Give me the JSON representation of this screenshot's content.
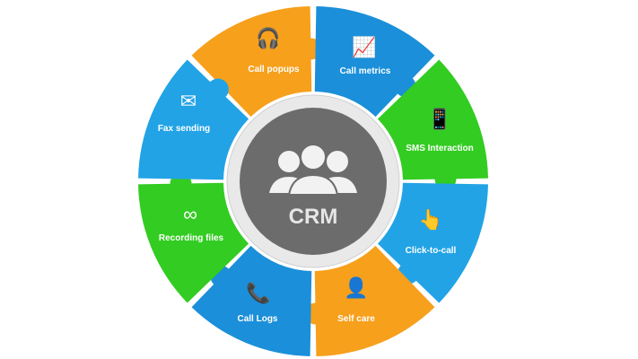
{
  "center": {
    "title": "CRM",
    "icon": "people-group-icon"
  },
  "segments": [
    {
      "label": "Call popups",
      "icon": "headset-chat-icon",
      "color": "#f7a01c"
    },
    {
      "label": "Call metrics",
      "icon": "growth-chart-icon",
      "color": "#1b8fd9"
    },
    {
      "label": "SMS Interaction",
      "icon": "smartphone-sms-icon",
      "color": "#33cc22"
    },
    {
      "label": "Click-to-call",
      "icon": "tap-hand-icon",
      "color": "#22a3e6"
    },
    {
      "label": "Self care",
      "icon": "user-icon",
      "color": "#f7a01c"
    },
    {
      "label": "Call Logs",
      "icon": "phone-transfer-icon",
      "color": "#1b8fd9"
    },
    {
      "label": "Recording files",
      "icon": "voicemail-icon",
      "color": "#33cc22"
    },
    {
      "label": "Fax sending",
      "icon": "envelope-upload-icon",
      "color": "#22a3e6"
    }
  ],
  "colors": {
    "ring": "#e9e9e9",
    "center": "#6d6c6c"
  }
}
